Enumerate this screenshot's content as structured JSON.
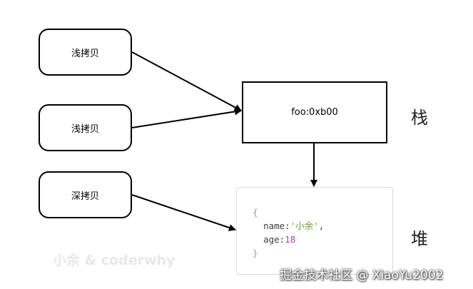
{
  "nodes": {
    "shallow_copy_1": "浅拷贝",
    "shallow_copy_2": "浅拷贝",
    "deep_copy": "深拷贝"
  },
  "stack": {
    "content": "foo:0xb00",
    "label": "栈"
  },
  "heap": {
    "label": "堆",
    "open_brace": "{",
    "name_key": "name:",
    "name_value": "'小余'",
    "name_comma": ",",
    "age_key": "age:",
    "age_value": "18",
    "close_brace": "}"
  },
  "watermarks": {
    "left": "小余 & coderwhy",
    "right": "掘金技术社区 @ XiaoYu2002"
  }
}
